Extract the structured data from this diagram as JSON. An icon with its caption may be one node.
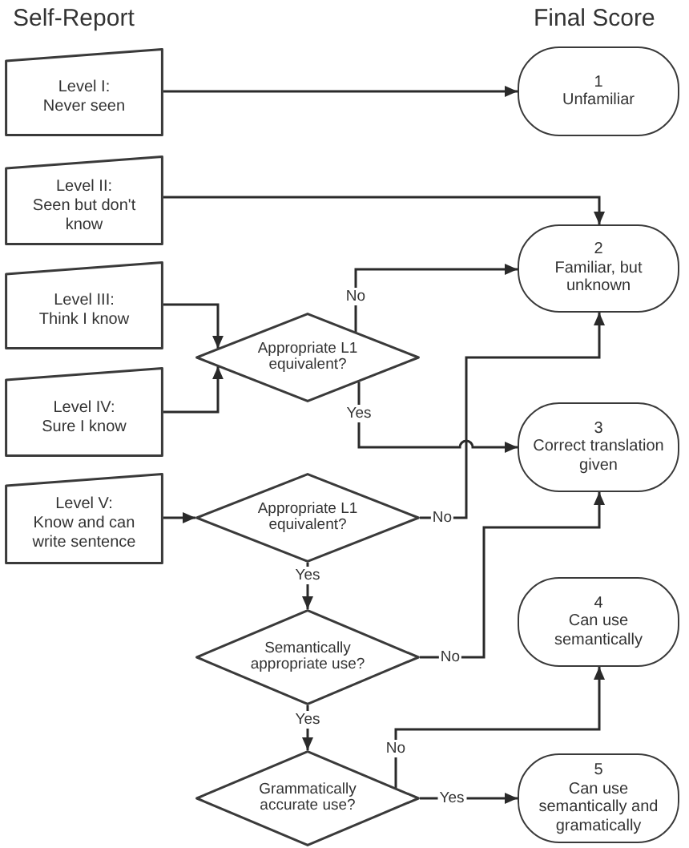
{
  "diagram": {
    "nodes": [
      {
        "text": [
          "Level I:",
          "Never seen"
        ]
      },
      {
        "text": [
          "Level II:",
          "Seen but don't know"
        ]
      },
      {
        "text": [
          "Level III:",
          "Think I know"
        ]
      },
      {
        "text": [
          "Level IV:",
          "Sure I know"
        ]
      },
      {
        "text": [
          "Level V:",
          "Know and can write sentence"
        ]
      },
      {
        "text": [
          "Appropriate L1 equivalent?"
        ]
      },
      {
        "text": [
          "Appropriate L1 equivalent?"
        ]
      },
      {
        "text": [
          "Semantically appropriate use?"
        ]
      },
      {
        "text": [
          "Grammatically accurate use?"
        ]
      },
      {
        "text": [
          "1",
          "Unfamiliar"
        ]
      },
      {
        "text": [
          "2",
          "Familiar, but unknown"
        ]
      },
      {
        "text": [
          "3",
          "Correct translation given"
        ]
      },
      {
        "text": [
          "4",
          "Can use semantically"
        ]
      },
      {
        "text": [
          "5",
          "Can use semantically and gramatically"
        ]
      }
    ],
    "edges": [
      {
        "from": 0,
        "to": 9,
        "arrow": "to"
      },
      {
        "from": 1,
        "to": 10,
        "arrow": "to"
      },
      {
        "from": 2,
        "to": 5,
        "arrow": "to"
      },
      {
        "from": 3,
        "to": 5,
        "arrow": "to"
      },
      {
        "from": 5,
        "to": 10,
        "arrow": "to",
        "label": "No"
      },
      {
        "from": 5,
        "to": 11,
        "arrow": "to",
        "label": "Yes"
      },
      {
        "from": 4,
        "to": 6,
        "arrow": "to"
      },
      {
        "from": 6,
        "to": 10,
        "arrow": "to",
        "label": "No"
      },
      {
        "from": 6,
        "to": 7,
        "arrow": "to",
        "label": "Yes"
      },
      {
        "from": 7,
        "to": 11,
        "arrow": "to",
        "label": "No"
      },
      {
        "from": 7,
        "to": 8,
        "arrow": "to",
        "label": "Yes"
      },
      {
        "from": 8,
        "to": 12,
        "arrow": "to",
        "label": "No"
      },
      {
        "from": 8,
        "to": 13,
        "arrow": "to",
        "label": "Yes"
      }
    ],
    "labels": [
      "Self-Report",
      "Final Score"
    ]
  }
}
